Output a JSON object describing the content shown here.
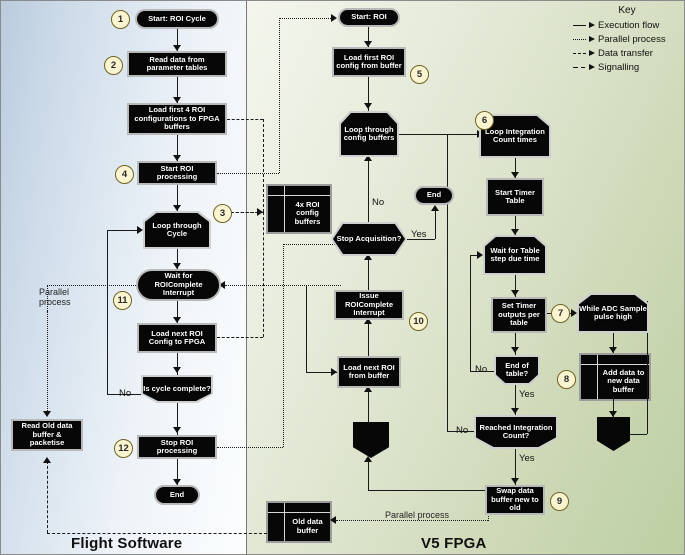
{
  "panels": {
    "left": {
      "title": "Flight Software"
    },
    "right": {
      "title": "V5 FPGA"
    }
  },
  "key": {
    "title": "Key",
    "items": [
      {
        "label": "Execution flow",
        "style": "solid"
      },
      {
        "label": "Parallel process",
        "style": "dotted"
      },
      {
        "label": "Data transfer",
        "style": "dashed"
      },
      {
        "label": "Signalling",
        "style": "dash-dot"
      }
    ]
  },
  "flight_software": {
    "n1": "Start: ROI Cycle",
    "n2": "Read data from parameter tables",
    "n3": "Load first 4 ROI configurations to FPGA buffers",
    "n4": "Start ROI processing",
    "n5": "Loop through Cycle",
    "n6": "Wait for ROIComplete Interrupt",
    "n7": "Load next ROI Config to FPGA",
    "n8": "Is cycle complete?",
    "n9": "Stop ROI processing",
    "n10": "End",
    "n11": "Read Old data buffer & packetise",
    "label_no": "No",
    "label_parallel": "Parallel process"
  },
  "fpga": {
    "n1": "Start: ROI",
    "n2": "Load first ROI config from buffer",
    "n3": "Loop through config buffers",
    "n4": "Stop Acquisition?",
    "n5": "End",
    "n6": "Issue ROIComplete Interrupt",
    "n7": "Load next ROI from buffer",
    "n8": "Loop Integration Count times",
    "n9": "Start Timer Table",
    "n10": "Wait for Table step due time",
    "n11": "Set Timer outputs per table",
    "n12": "End of table?",
    "n13": "Reached Integration Count?",
    "n14": "While ADC Sample pulse high",
    "n15": "Add data to new data buffer",
    "n16": "Swap data buffer new to old",
    "label_no": "No",
    "label_yes": "Yes",
    "label_parallel": "Parallel process"
  },
  "buffers": {
    "config": "4x ROI config buffers",
    "old": "Old data buffer"
  },
  "badges": {
    "b1": "1",
    "b2": "2",
    "b3": "3",
    "b4": "4",
    "b5": "5",
    "b6": "6",
    "b7": "7",
    "b8": "8",
    "b9": "9",
    "b10": "10",
    "b11": "11",
    "b12": "12"
  },
  "colors": {
    "node_fill": "#070707",
    "node_border": "#b9b9b9",
    "badge_fill": "#fbf4d0",
    "badge_border": "#6d6322",
    "panel_left": "#dce6f0",
    "panel_right": "#cdd8b6",
    "line": "#1a1a1a"
  }
}
